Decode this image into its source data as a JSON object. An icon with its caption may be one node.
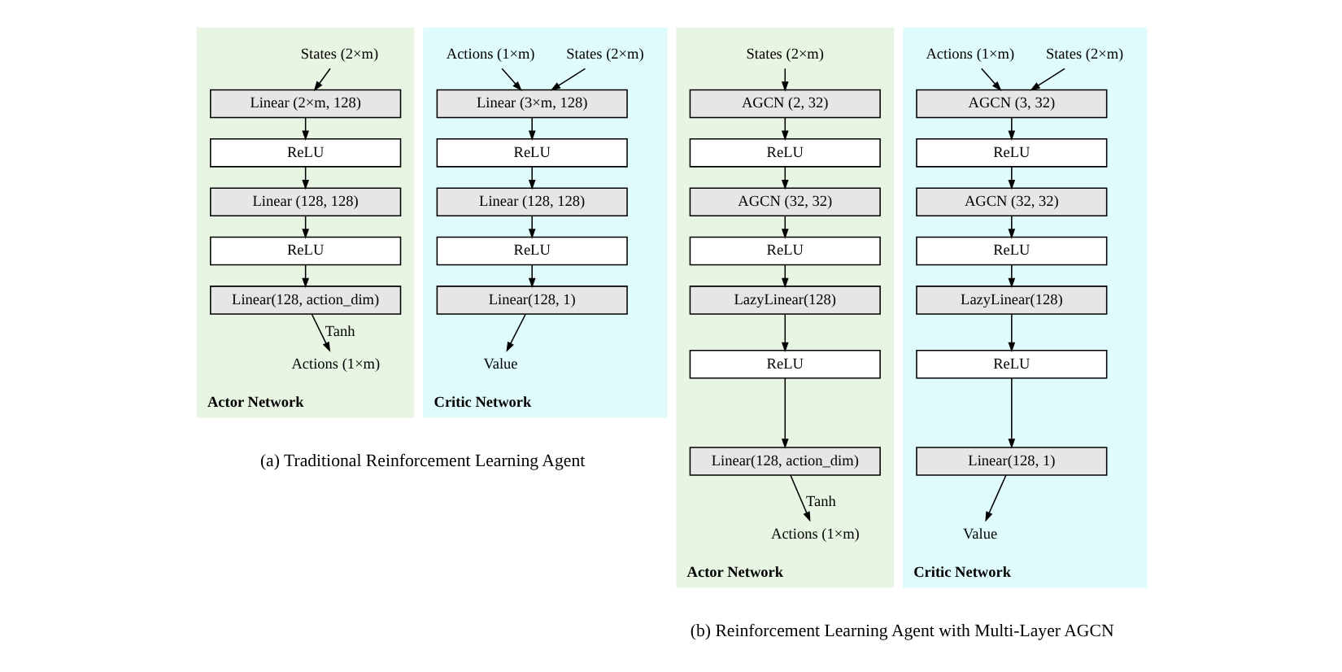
{
  "diagram": {
    "nodes": [
      {
        "text": [
          "Actor Network"
        ]
      },
      {
        "text": [
          "States (2×m)"
        ],
        "in": 0
      },
      {
        "text": [
          "Linear (2×m, 128)"
        ],
        "in": 0
      },
      {
        "text": [
          "ReLU"
        ],
        "in": 0
      },
      {
        "text": [
          "Linear (128, 128)"
        ],
        "in": 0
      },
      {
        "text": [
          "ReLU"
        ],
        "in": 0
      },
      {
        "text": [
          "Linear(128, action_dim)"
        ],
        "in": 0
      },
      {
        "text": [
          "Actions (1×m)"
        ],
        "in": 0
      },
      {
        "text": [
          "Critic Network"
        ]
      },
      {
        "text": [
          "States (2×m)"
        ],
        "in": 8
      },
      {
        "text": [
          "Actions (1×m)"
        ],
        "in": 8
      },
      {
        "text": [
          "Linear (3×m, 128)"
        ],
        "in": 8
      },
      {
        "text": [
          "ReLU"
        ],
        "in": 8
      },
      {
        "text": [
          "Linear (128, 128)"
        ],
        "in": 8
      },
      {
        "text": [
          "ReLU"
        ],
        "in": 8
      },
      {
        "text": [
          "Linear(128, 1)"
        ],
        "in": 8
      },
      {
        "text": [
          "Value"
        ],
        "in": 8
      },
      {
        "text": [
          "Actor Network"
        ]
      },
      {
        "text": [
          "States (2×m)"
        ],
        "in": 17
      },
      {
        "text": [
          "AGCN (2, 32)"
        ],
        "in": 17
      },
      {
        "text": [
          "ReLU"
        ],
        "in": 17
      },
      {
        "text": [
          "AGCN (32, 32)"
        ],
        "in": 17
      },
      {
        "text": [
          "ReLU"
        ],
        "in": 17
      },
      {
        "text": [
          "LazyLinear(128)"
        ],
        "in": 17
      },
      {
        "text": [
          "ReLU"
        ],
        "in": 17
      },
      {
        "text": [
          "Linear(128, action_dim)"
        ],
        "in": 17
      },
      {
        "text": [
          "Actions (1×m)"
        ],
        "in": 17
      },
      {
        "text": [
          "Critic Network"
        ]
      },
      {
        "text": [
          "States (2×m)"
        ],
        "in": 27
      },
      {
        "text": [
          "Actions (1×m)"
        ],
        "in": 27
      },
      {
        "text": [
          "AGCN (3, 32)"
        ],
        "in": 27
      },
      {
        "text": [
          "ReLU"
        ],
        "in": 27
      },
      {
        "text": [
          "AGCN (32, 32)"
        ],
        "in": 27
      },
      {
        "text": [
          "ReLU"
        ],
        "in": 27
      },
      {
        "text": [
          "LazyLinear(128)"
        ],
        "in": 27
      },
      {
        "text": [
          "ReLU"
        ],
        "in": 27
      },
      {
        "text": [
          "Linear(128, 1)"
        ],
        "in": 27
      },
      {
        "text": [
          "Value"
        ],
        "in": 27
      }
    ],
    "edges": [
      {
        "from": 1,
        "to": 2,
        "arrow": "to"
      },
      {
        "from": 2,
        "to": 3,
        "arrow": "to"
      },
      {
        "from": 3,
        "to": 4,
        "arrow": "to"
      },
      {
        "from": 4,
        "to": 5,
        "arrow": "to"
      },
      {
        "from": 5,
        "to": 6,
        "arrow": "to"
      },
      {
        "from": 6,
        "to": 7,
        "arrow": "to",
        "label": "Tanh"
      },
      {
        "from": 9,
        "to": 11,
        "arrow": "to"
      },
      {
        "from": 10,
        "to": 11,
        "arrow": "to"
      },
      {
        "from": 11,
        "to": 12,
        "arrow": "to"
      },
      {
        "from": 12,
        "to": 13,
        "arrow": "to"
      },
      {
        "from": 13,
        "to": 14,
        "arrow": "to"
      },
      {
        "from": 14,
        "to": 15,
        "arrow": "to"
      },
      {
        "from": 15,
        "to": 16,
        "arrow": "to"
      },
      {
        "from": 18,
        "to": 19,
        "arrow": "to"
      },
      {
        "from": 19,
        "to": 20,
        "arrow": "to"
      },
      {
        "from": 20,
        "to": 21,
        "arrow": "to"
      },
      {
        "from": 21,
        "to": 22,
        "arrow": "to"
      },
      {
        "from": 22,
        "to": 23,
        "arrow": "to"
      },
      {
        "from": 23,
        "to": 24,
        "arrow": "to"
      },
      {
        "from": 24,
        "to": 25,
        "arrow": "to"
      },
      {
        "from": 25,
        "to": 26,
        "arrow": "to",
        "label": "Tanh"
      },
      {
        "from": 28,
        "to": 30,
        "arrow": "to"
      },
      {
        "from": 29,
        "to": 30,
        "arrow": "to"
      },
      {
        "from": 30,
        "to": 31,
        "arrow": "to"
      },
      {
        "from": 31,
        "to": 32,
        "arrow": "to"
      },
      {
        "from": 32,
        "to": 33,
        "arrow": "to"
      },
      {
        "from": 33,
        "to": 34,
        "arrow": "to"
      },
      {
        "from": 34,
        "to": 35,
        "arrow": "to"
      },
      {
        "from": 35,
        "to": 36,
        "arrow": "to"
      },
      {
        "from": 36,
        "to": 37,
        "arrow": "to"
      }
    ],
    "labels": [
      "(a) Traditional Reinforcement Learning Agent",
      "(b) Reinforcement Learning Agent with Multi-Layer AGCN"
    ]
  }
}
